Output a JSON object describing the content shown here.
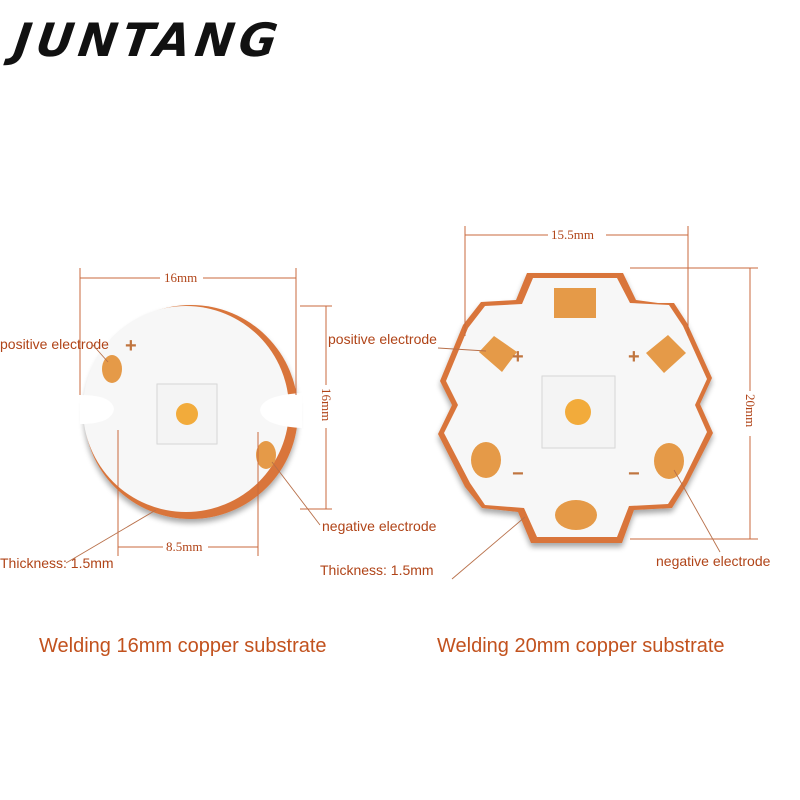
{
  "brand": {
    "logo_text": "JUNTANG"
  },
  "board16": {
    "caption": "Welding 16mm copper substrate",
    "dim_width": "16mm",
    "dim_height": "16mm",
    "dim_gap": "8.5mm",
    "positive_label": "positive electrode",
    "negative_label": "negative electrode",
    "thickness_label": "Thickness: 1.5mm",
    "plus_sign": "+"
  },
  "board20": {
    "caption": "Welding 20mm copper substrate",
    "dim_width": "15.5mm",
    "dim_height": "20mm",
    "positive_label": "positive electrode",
    "negative_label": "negative electrode",
    "thickness_label": "Thickness: 1.5mm",
    "plus_sign": "+",
    "minus_sign": "−"
  },
  "colors": {
    "copper_pad": "#e59a48",
    "board_edge": "#d9743a",
    "label_text": "#b04418",
    "caption_text": "#c2521e"
  }
}
